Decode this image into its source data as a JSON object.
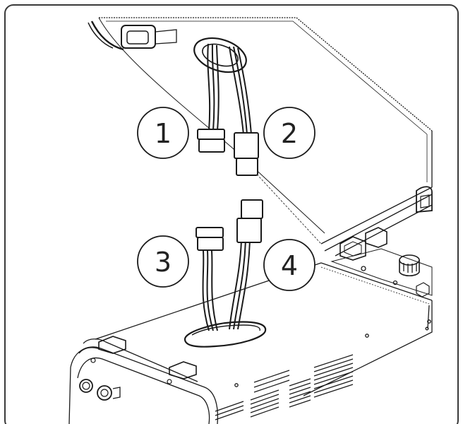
{
  "callouts": [
    {
      "label": "1"
    },
    {
      "label": "2"
    },
    {
      "label": "3"
    },
    {
      "label": "4"
    }
  ],
  "colors": {
    "line": "#1a1a1a",
    "frame": "#3a3a3a",
    "background": "#ffffff"
  }
}
